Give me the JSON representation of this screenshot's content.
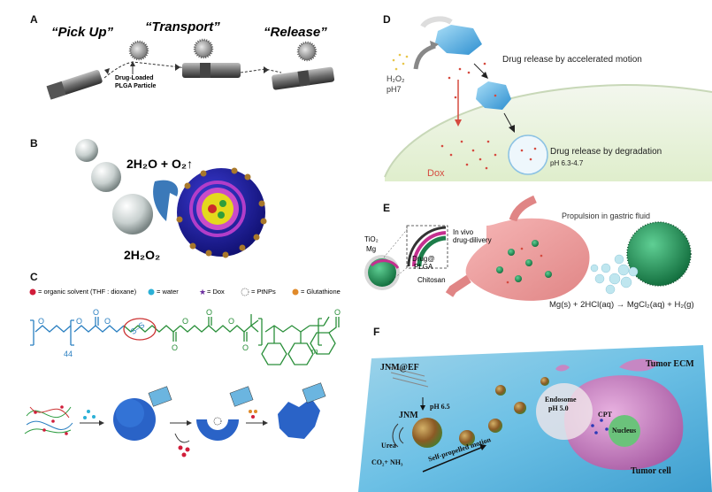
{
  "panelA": {
    "label": "A",
    "pick_up": "“Pick Up”",
    "transport": "“Transport”",
    "release": "“Release”",
    "particle_caption_line1": "Drug-Loaded",
    "particle_caption_line2": "PLGA Particle"
  },
  "panelB": {
    "label": "B",
    "reaction_top": "2H₂O + O₂↑",
    "reaction_bottom": "2H₂O₂"
  },
  "panelC": {
    "label": "C",
    "legend": [
      {
        "symbol": "red-dot",
        "text": "= organic solvent (THF : dioxane)"
      },
      {
        "symbol": "blue-dot",
        "text": "= water"
      },
      {
        "symbol": "purple-star",
        "text": "= Dox"
      },
      {
        "symbol": "ptnp",
        "text": "= PtNPs"
      },
      {
        "symbol": "orange-dot",
        "text": "= Glutathione"
      }
    ],
    "subscript_44": "44",
    "subscript_m": "m",
    "disulfide": "S–S"
  },
  "panelD": {
    "label": "D",
    "h2o2": "H₂O₂",
    "ph7": "pH7",
    "accelerated": "Drug release by accelerated motion",
    "degradation": "Drug release by degradation",
    "ph_range": "pH 6.3-4.7",
    "dox": "Dox"
  },
  "panelE": {
    "label": "E",
    "tio2": "TiO₂",
    "mg": "Mg",
    "drug_plga_1": "Drug@",
    "drug_plga_2": "PLGA",
    "chitosan": "Chitosan",
    "in_vivo_1": "In vivo",
    "in_vivo_2": "drug-dilivery",
    "propulsion": "Propulsion in gastric fluid",
    "equation": "Mg(s) + 2HCl(aq) → MgCl₂(aq) + H₂(g)"
  },
  "panelF": {
    "label": "F",
    "jnm_ef": "JNM@EF",
    "ph65": "pH 6.5",
    "jnm": "JNM",
    "urea": "Urea",
    "co2_nh3": "CO₂+ NH₃",
    "self_propelled": "Self-propelled motion",
    "tumor_ecm": "Tumor ECM",
    "endosome_1": "Endosome",
    "endosome_2": "pH 5.0",
    "cpt": "CPT",
    "nucleus": "Nucleus",
    "tumor_cell": "Tumor cell"
  }
}
